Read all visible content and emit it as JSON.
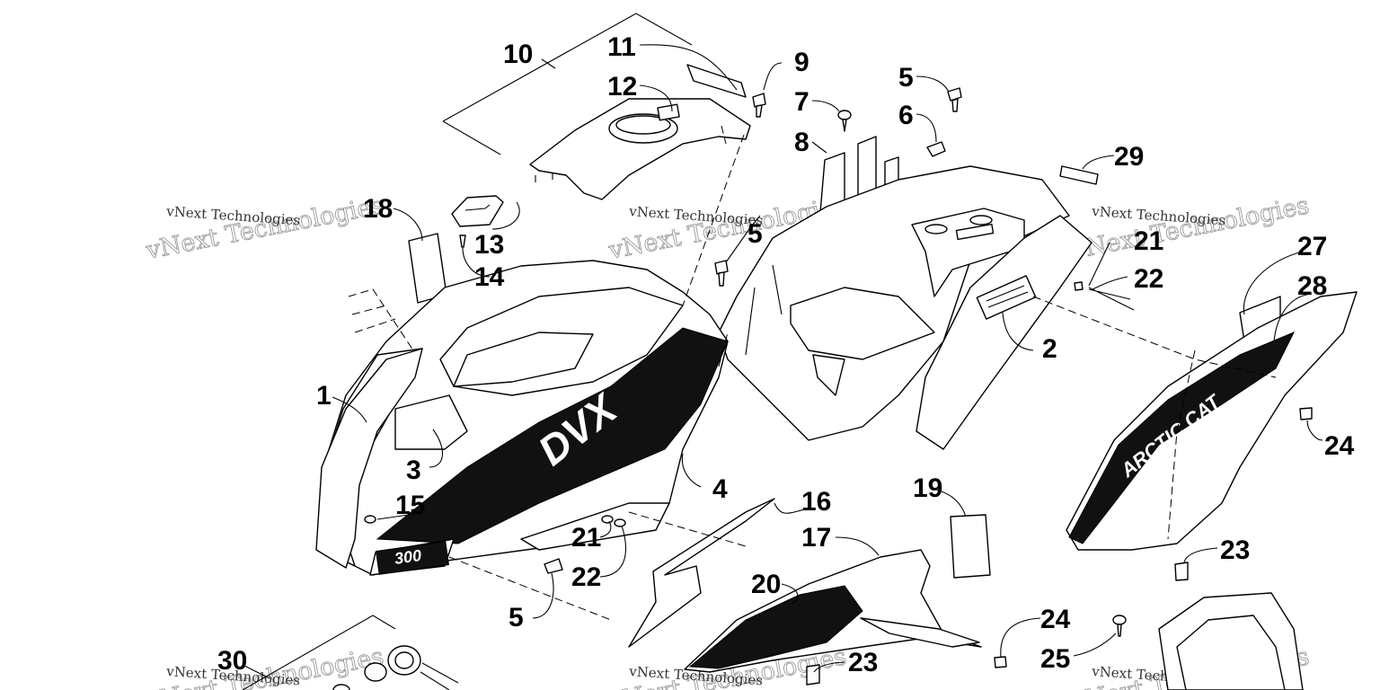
{
  "diagram": {
    "callouts": [
      {
        "id": "c1",
        "text": "1"
      },
      {
        "id": "c2",
        "text": "2"
      },
      {
        "id": "c3",
        "text": "3"
      },
      {
        "id": "c4",
        "text": "4"
      },
      {
        "id": "c5a",
        "text": "5"
      },
      {
        "id": "c5b",
        "text": "5"
      },
      {
        "id": "c5c",
        "text": "5"
      },
      {
        "id": "c6",
        "text": "6"
      },
      {
        "id": "c7",
        "text": "7"
      },
      {
        "id": "c8",
        "text": "8"
      },
      {
        "id": "c9",
        "text": "9"
      },
      {
        "id": "c10",
        "text": "10"
      },
      {
        "id": "c11",
        "text": "11"
      },
      {
        "id": "c12",
        "text": "12"
      },
      {
        "id": "c13",
        "text": "13"
      },
      {
        "id": "c14",
        "text": "14"
      },
      {
        "id": "c15",
        "text": "15"
      },
      {
        "id": "c16",
        "text": "16"
      },
      {
        "id": "c17",
        "text": "17"
      },
      {
        "id": "c18",
        "text": "18"
      },
      {
        "id": "c19",
        "text": "19"
      },
      {
        "id": "c20",
        "text": "20"
      },
      {
        "id": "c21a",
        "text": "21"
      },
      {
        "id": "c21b",
        "text": "21"
      },
      {
        "id": "c22a",
        "text": "22"
      },
      {
        "id": "c22b",
        "text": "22"
      },
      {
        "id": "c23a",
        "text": "23"
      },
      {
        "id": "c23b",
        "text": "23"
      },
      {
        "id": "c24a",
        "text": "24"
      },
      {
        "id": "c24b",
        "text": "24"
      },
      {
        "id": "c25",
        "text": "25"
      },
      {
        "id": "c27",
        "text": "27"
      },
      {
        "id": "c28",
        "text": "28"
      },
      {
        "id": "c29",
        "text": "29"
      },
      {
        "id": "c30",
        "text": "30"
      }
    ],
    "decals": {
      "model_badge": "300",
      "brand": "ARCTIC CAT",
      "model_logo": "DVX"
    }
  },
  "watermark": {
    "line1": "vNext Technologies",
    "line2": "vNext Technologies"
  }
}
